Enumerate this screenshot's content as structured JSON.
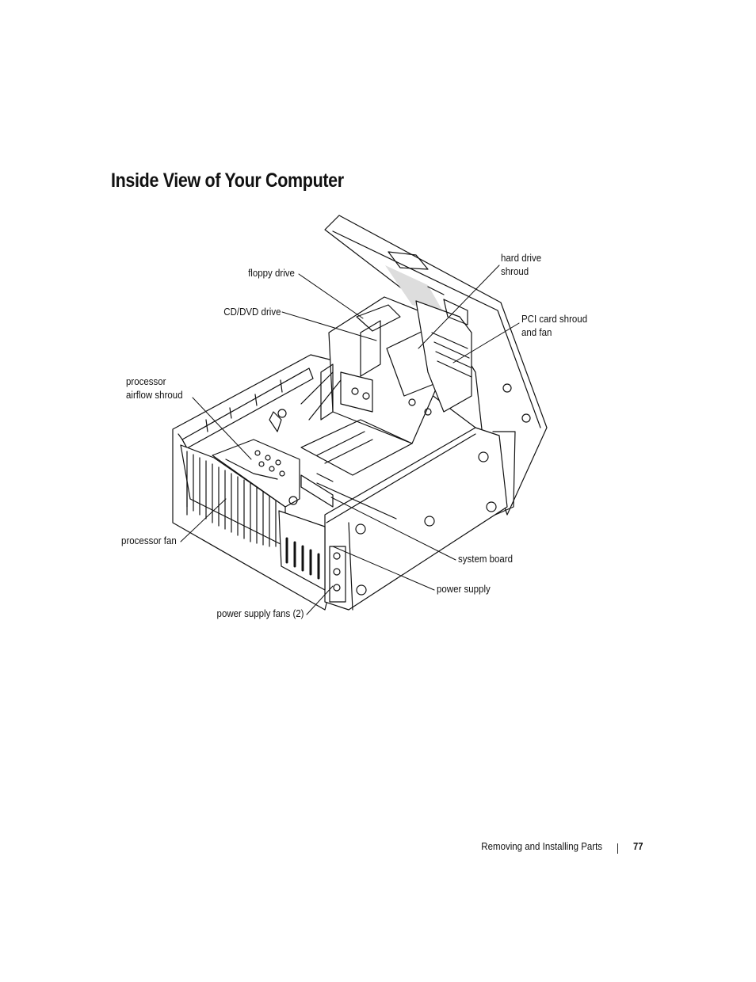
{
  "title": "Inside View of Your Computer",
  "callouts": {
    "floppy_drive": "floppy drive",
    "cd_dvd_drive": "CD/DVD drive",
    "processor_airflow_shroud_1": "processor",
    "processor_airflow_shroud_2": "airflow shroud",
    "processor_fan": "processor fan",
    "power_supply_fans": "power supply fans (2)",
    "hard_drive_shroud_1": "hard drive",
    "hard_drive_shroud_2": "shroud",
    "pci_card_shroud_1": "PCI card shroud",
    "pci_card_shroud_2": "and fan",
    "system_board": "system board",
    "power_supply": "power supply"
  },
  "footer": {
    "section": "Removing and Installing Parts",
    "page_number": "77"
  }
}
